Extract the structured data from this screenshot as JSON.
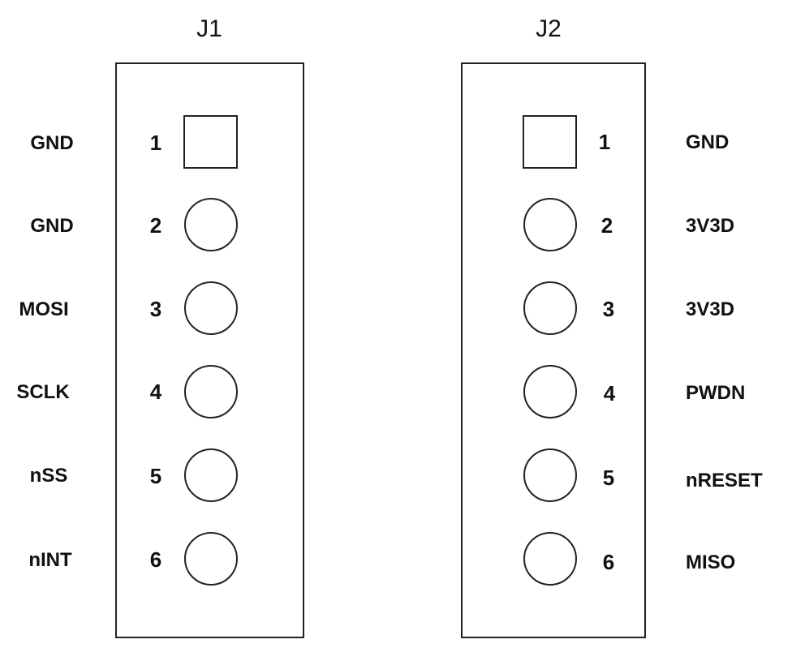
{
  "connectors": [
    {
      "title": "J1",
      "pins": [
        {
          "number": "1",
          "signal": "GND",
          "pad": "square"
        },
        {
          "number": "2",
          "signal": "GND",
          "pad": "round"
        },
        {
          "number": "3",
          "signal": "MOSI",
          "pad": "round"
        },
        {
          "number": "4",
          "signal": "SCLK",
          "pad": "round"
        },
        {
          "number": "5",
          "signal": "nSS",
          "pad": "round"
        },
        {
          "number": "6",
          "signal": "nINT",
          "pad": "round"
        }
      ]
    },
    {
      "title": "J2",
      "pins": [
        {
          "number": "1",
          "signal": "GND",
          "pad": "square"
        },
        {
          "number": "2",
          "signal": "3V3D",
          "pad": "round"
        },
        {
          "number": "3",
          "signal": "3V3D",
          "pad": "round"
        },
        {
          "number": "4",
          "signal": "PWDN",
          "pad": "round"
        },
        {
          "number": "5",
          "signal": "nRESET",
          "pad": "round"
        },
        {
          "number": "6",
          "signal": "MISO",
          "pad": "round"
        }
      ]
    }
  ],
  "colors": {
    "line": "#222222",
    "background": "#ffffff"
  }
}
